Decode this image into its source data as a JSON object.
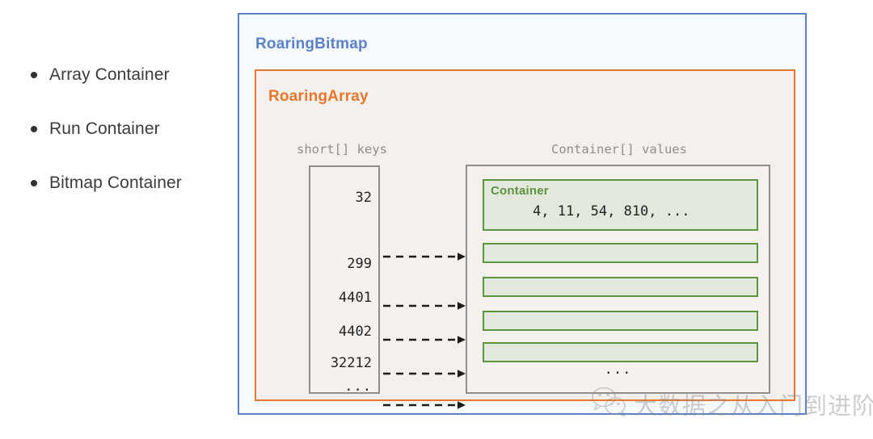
{
  "bullets": {
    "items": [
      {
        "label": "Array Container"
      },
      {
        "label": "Run Container"
      },
      {
        "label": "Bitmap Container"
      }
    ]
  },
  "diagram": {
    "outer": {
      "title": "RoaringBitmap",
      "border_color": "#5b82c8",
      "fill_color": "#f6f9fd"
    },
    "inner": {
      "title": "RoaringArray",
      "border_color": "#e8762c",
      "fill_color": "#f4f0ee"
    },
    "keys_column": {
      "header": "short[] keys",
      "cells": [
        "32",
        "299",
        "4401",
        "4402",
        "32212",
        "..."
      ]
    },
    "values_column": {
      "header": "Container[] values",
      "ellipsis": "...",
      "border_color": "#5f9441",
      "fill_color": "#e3e8dc",
      "cells": [
        {
          "name": "Container",
          "values": "4, 11, 54, 810, ..."
        },
        {
          "name": "",
          "values": ""
        },
        {
          "name": "",
          "values": ""
        },
        {
          "name": "",
          "values": ""
        },
        {
          "name": "",
          "values": ""
        }
      ]
    }
  },
  "watermark": {
    "text": "大数据之从入门到进阶",
    "icon": "wechat-icon"
  }
}
